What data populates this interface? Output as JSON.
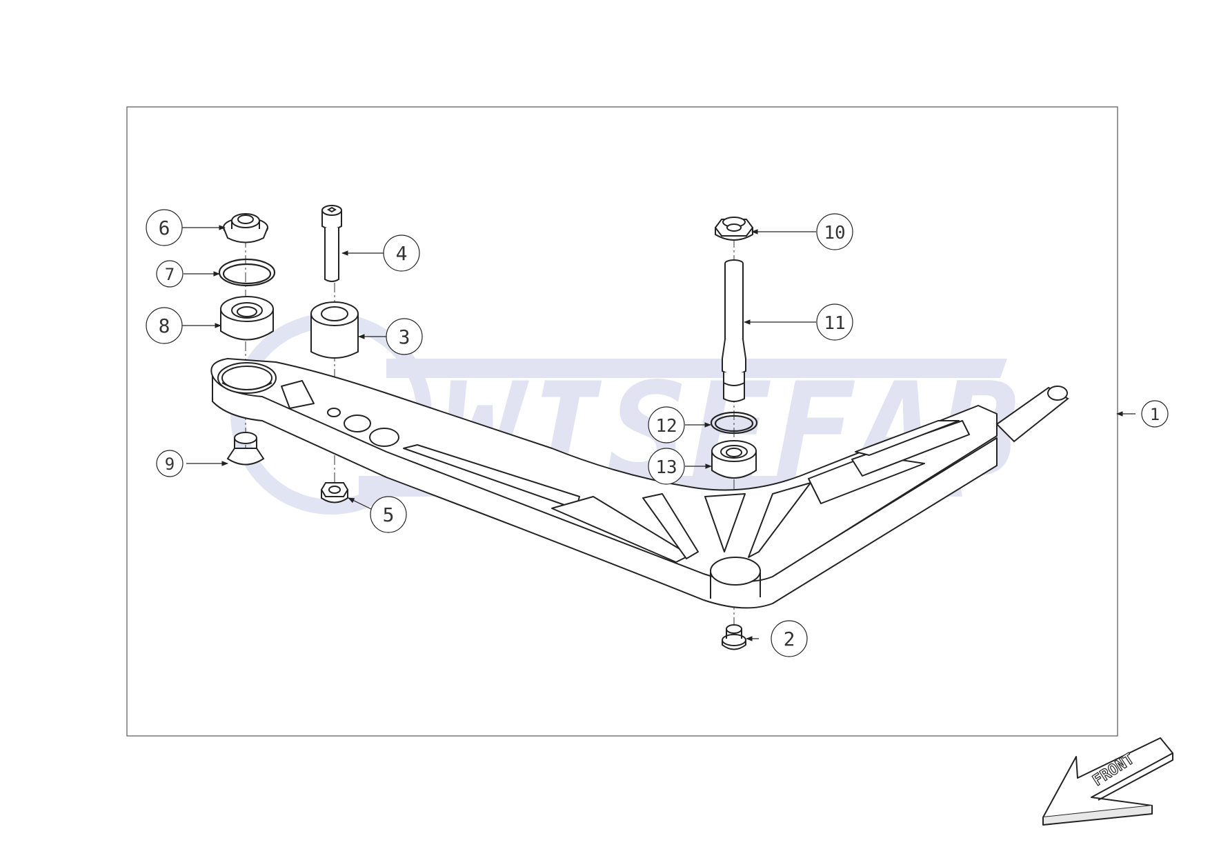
{
  "diagram": {
    "callouts": [
      {
        "id": "1",
        "label": "1"
      },
      {
        "id": "2",
        "label": "2"
      },
      {
        "id": "3",
        "label": "3"
      },
      {
        "id": "4",
        "label": "4"
      },
      {
        "id": "5",
        "label": "5"
      },
      {
        "id": "6",
        "label": "6"
      },
      {
        "id": "7",
        "label": "7"
      },
      {
        "id": "8",
        "label": "8"
      },
      {
        "id": "9",
        "label": "9"
      },
      {
        "id": "10",
        "label": "10"
      },
      {
        "id": "11",
        "label": "11"
      },
      {
        "id": "12",
        "label": "12"
      },
      {
        "id": "13",
        "label": "13"
      }
    ],
    "front_arrow": {
      "label": "FRONT"
    },
    "watermark": {
      "text": "WISEFAB"
    },
    "colors": {
      "line": "#222222",
      "watermark": "#c9cde8",
      "frame": "#555555"
    }
  }
}
